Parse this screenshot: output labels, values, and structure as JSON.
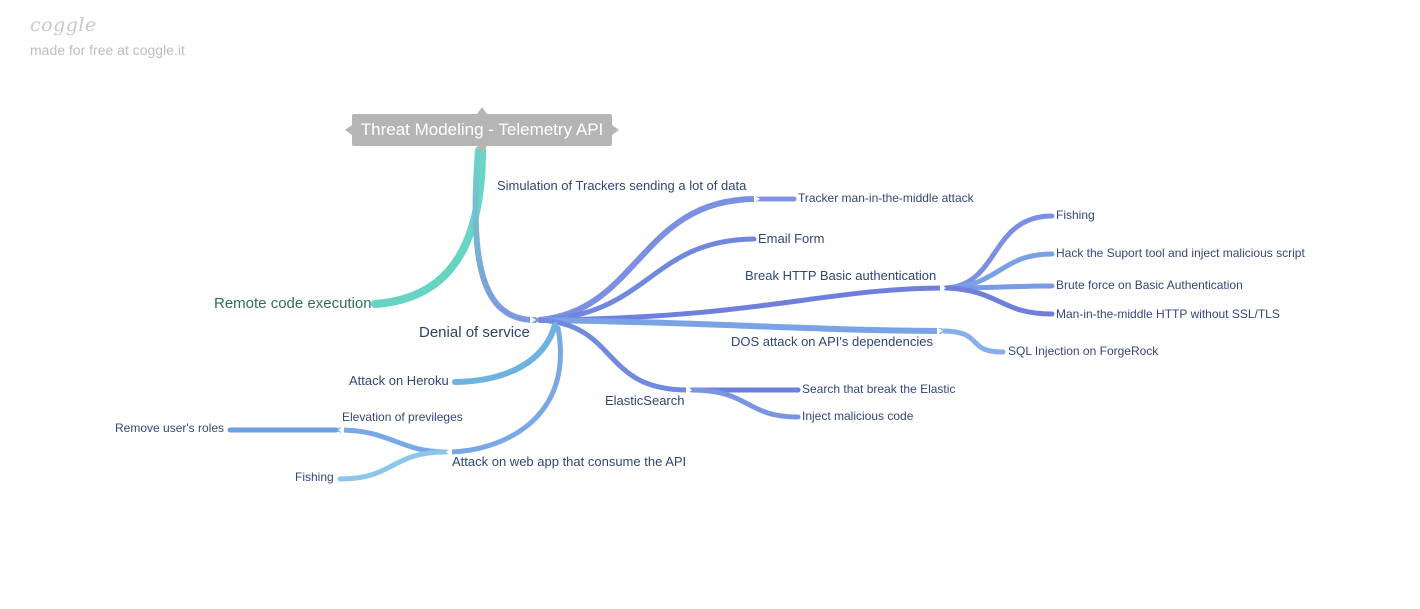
{
  "brand": {
    "logo": "coggle",
    "tagline": "made for free at coggle.it"
  },
  "root": {
    "label": "Threat Modeling - Telemetry API"
  },
  "colors": {
    "root_bg": "#b5b5b5",
    "teal": "#67d5c4",
    "indigo": "#7d8fe2",
    "blue": "#7aa8e6",
    "sky": "#6cb3e2",
    "light_sky": "#8cc6ec"
  },
  "branches": {
    "rce": {
      "label": "Remote code execution"
    },
    "dos": {
      "label": "Denial of service",
      "simulation": {
        "label": "Simulation of Trackers sending a lot of data"
      },
      "mitm": {
        "label": "Tracker man-in-the-middle attack"
      },
      "email": {
        "label": "Email Form"
      },
      "basic_auth": {
        "label": "Break HTTP Basic authentication",
        "fishing": {
          "label": "Fishing"
        },
        "hack_support": {
          "label": "Hack the Suport tool and inject malicious script"
        },
        "brute_force": {
          "label": "Brute force on Basic Authentication"
        },
        "mitm_http": {
          "label": "Man-in-the-middle HTTP without SSL/TLS"
        }
      },
      "dependencies": {
        "label": "DOS attack on API's dependencies",
        "sql": {
          "label": "SQL Injection on ForgeRock"
        }
      },
      "elastic": {
        "label": "ElasticSearch",
        "search": {
          "label": "Search that break the Elastic"
        },
        "inject": {
          "label": "Inject malicious code"
        }
      },
      "heroku": {
        "label": "Attack on Heroku"
      },
      "webapp": {
        "label": "Attack on web app that consume the API",
        "elevation": {
          "label": "Elevation of previleges"
        },
        "remove_roles": {
          "label": "Remove user's roles"
        },
        "fishing": {
          "label": "Fishing"
        }
      }
    }
  }
}
